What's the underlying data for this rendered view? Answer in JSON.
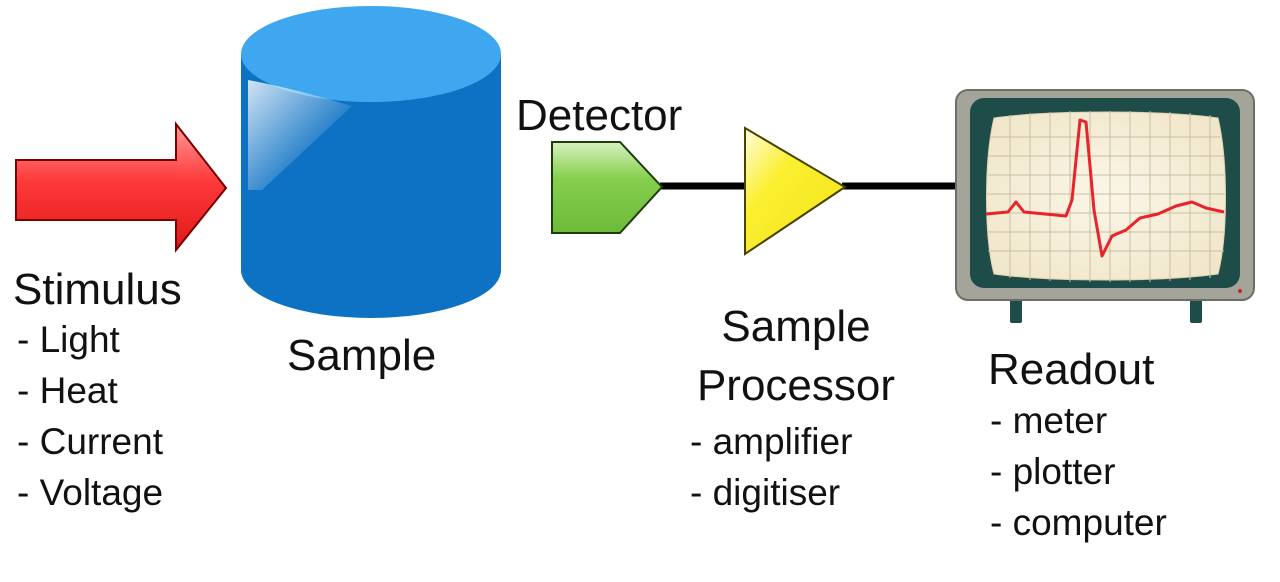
{
  "stimulus": {
    "title": "Stimulus",
    "items": [
      "- Light",
      "- Heat",
      "- Current",
      "- Voltage"
    ],
    "arrow_color": "#ee2222"
  },
  "sample": {
    "title": "Sample",
    "color": "#0d72c4"
  },
  "detector": {
    "title": "Detector",
    "color": "#7ac943"
  },
  "processor": {
    "title_line1": "Sample",
    "title_line2": "Processor",
    "items": [
      "- amplifier",
      "- digitiser"
    ],
    "color": "#f5eb1e"
  },
  "readout": {
    "title": "Readout",
    "items": [
      "- meter",
      "- plotter",
      "- computer"
    ],
    "icon": "monitor-ecg-icon",
    "trace_color": "#e8232c"
  }
}
